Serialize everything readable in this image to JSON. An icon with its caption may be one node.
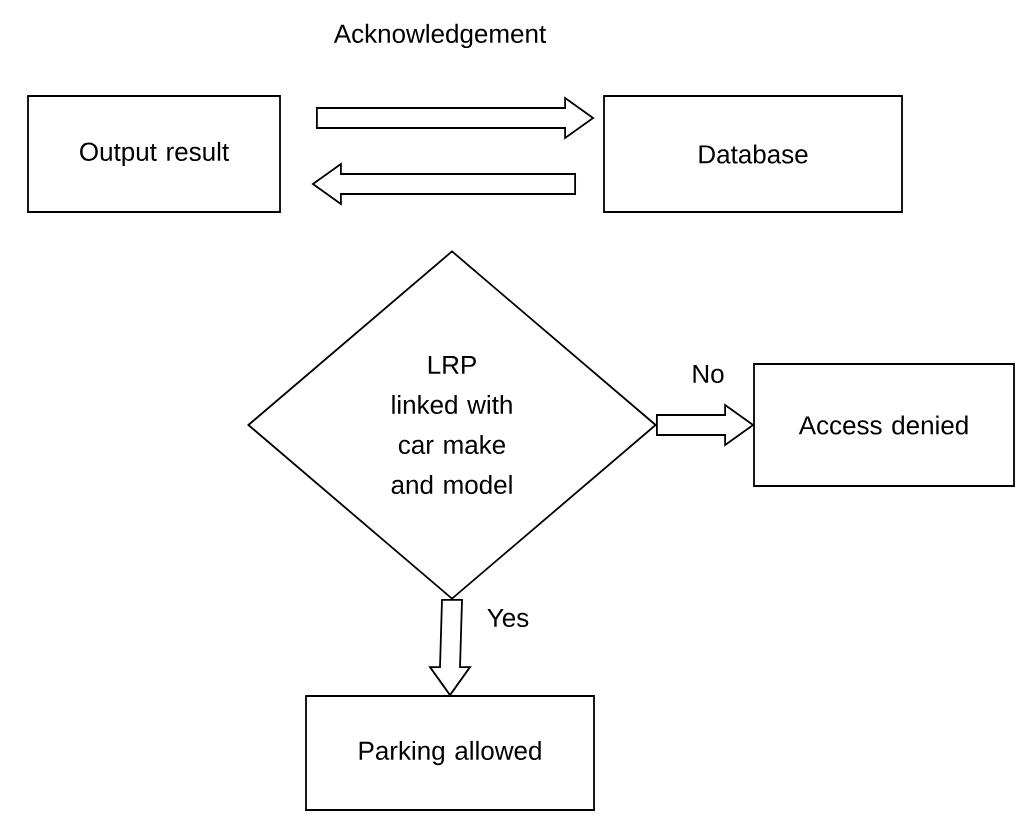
{
  "diagram": {
    "nodes": [
      {
        "text": [
          "Output result"
        ]
      },
      {
        "text": [
          "Database"
        ]
      },
      {
        "text": [
          "LRP linked with car make and model"
        ]
      },
      {
        "text": [
          "Access denied"
        ]
      },
      {
        "text": [
          "Parking allowed"
        ]
      }
    ],
    "edges": [
      {
        "from": 0,
        "to": 1,
        "arrow": "to",
        "label": "Acknowledgement"
      },
      {
        "from": 1,
        "to": 0,
        "arrow": "to"
      },
      {
        "from": 2,
        "to": 3,
        "arrow": "to",
        "label": "No"
      },
      {
        "from": 2,
        "to": 4,
        "arrow": "to",
        "label": "Yes"
      }
    ]
  }
}
